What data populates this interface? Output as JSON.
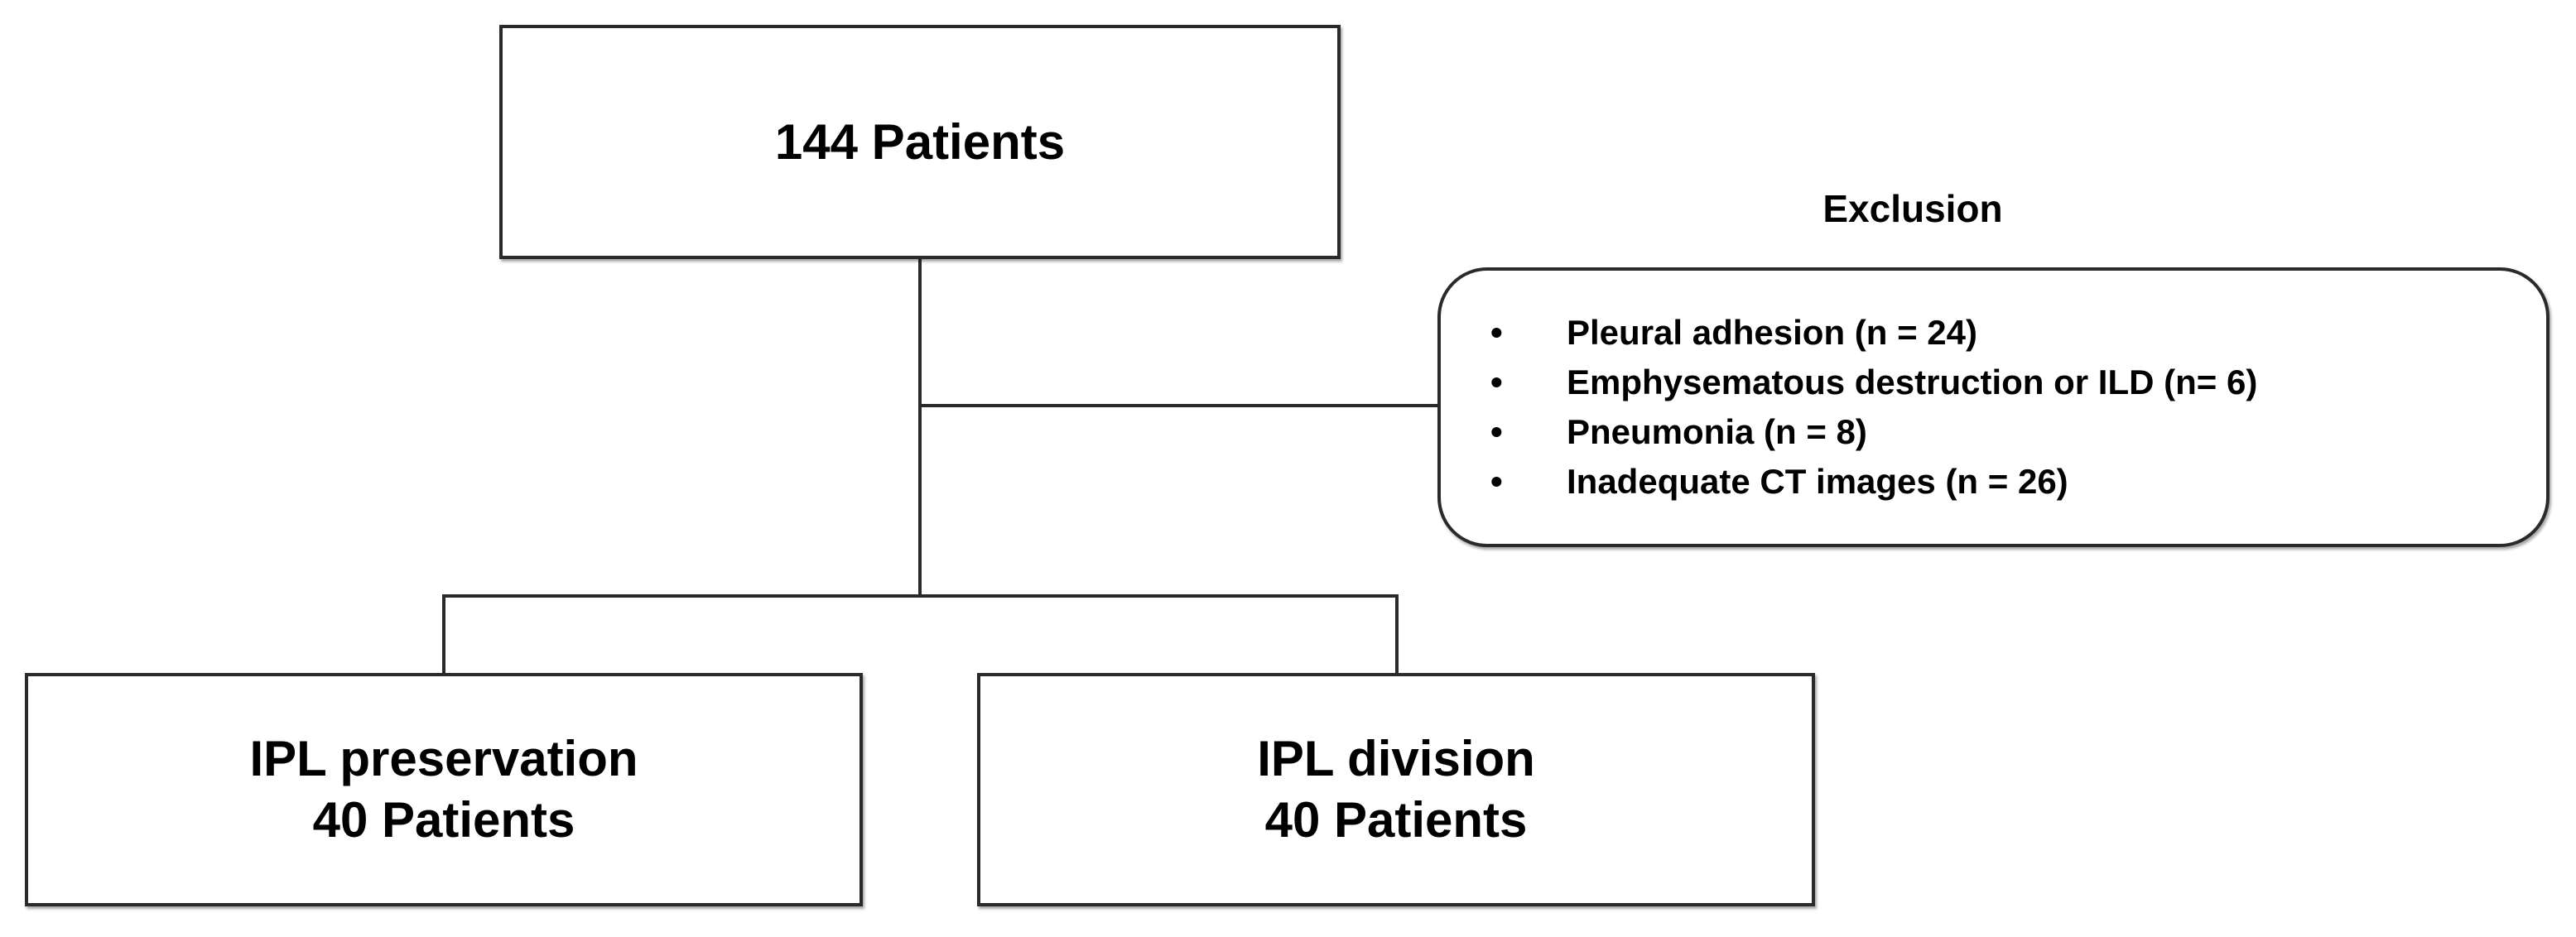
{
  "top_box": {
    "label": "144 Patients"
  },
  "exclusion": {
    "title": "Exclusion",
    "items": [
      "Pleural adhesion (n = 24)",
      "Emphysematous destruction or ILD (n= 6)",
      "Pneumonia (n = 8)",
      "Inadequate CT images (n = 26)"
    ]
  },
  "left_box": {
    "line1": "IPL preservation",
    "line2": "40 Patients"
  },
  "right_box": {
    "line1": "IPL division",
    "line2": "40 Patients"
  }
}
